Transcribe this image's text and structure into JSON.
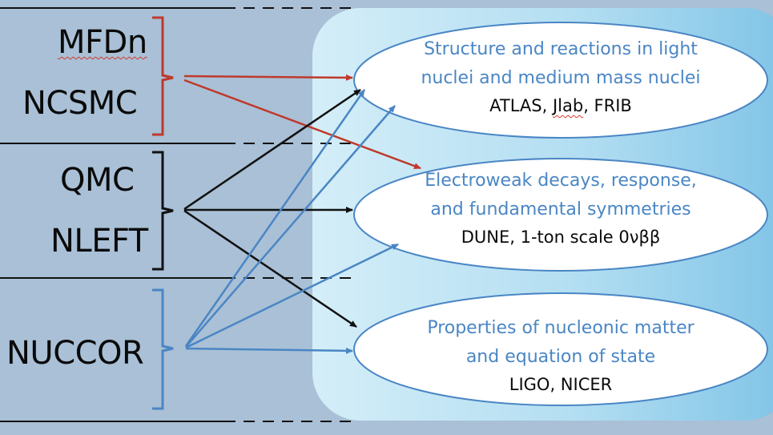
{
  "methods": {
    "mfdn": "MFDn",
    "ncsmc": "NCSMC",
    "qmc": "QMC",
    "nleft": "NLEFT",
    "nuccor": "NUCCOR"
  },
  "targets": [
    {
      "line1": "Structure and reactions in light",
      "line2": "nuclei and medium mass nuclei",
      "facilities_a": "ATLAS, ",
      "facilities_jlab": "Jlab",
      "facilities_b": ", FRIB"
    },
    {
      "line1": "Electroweak decays, response,",
      "line2": "and fundamental symmetries",
      "facilities": "DUNE, 1-ton scale 0νββ"
    },
    {
      "line1": "Properties of nucleonic matter",
      "line2": "and equation of state",
      "facilities": "LIGO, NICER"
    }
  ],
  "colors": {
    "background": "#a9c0d6",
    "band": "#b8e0f3",
    "red": "#c0392b",
    "black": "#111111",
    "blue": "#4a86c4",
    "title_text": "#4a86c4"
  }
}
